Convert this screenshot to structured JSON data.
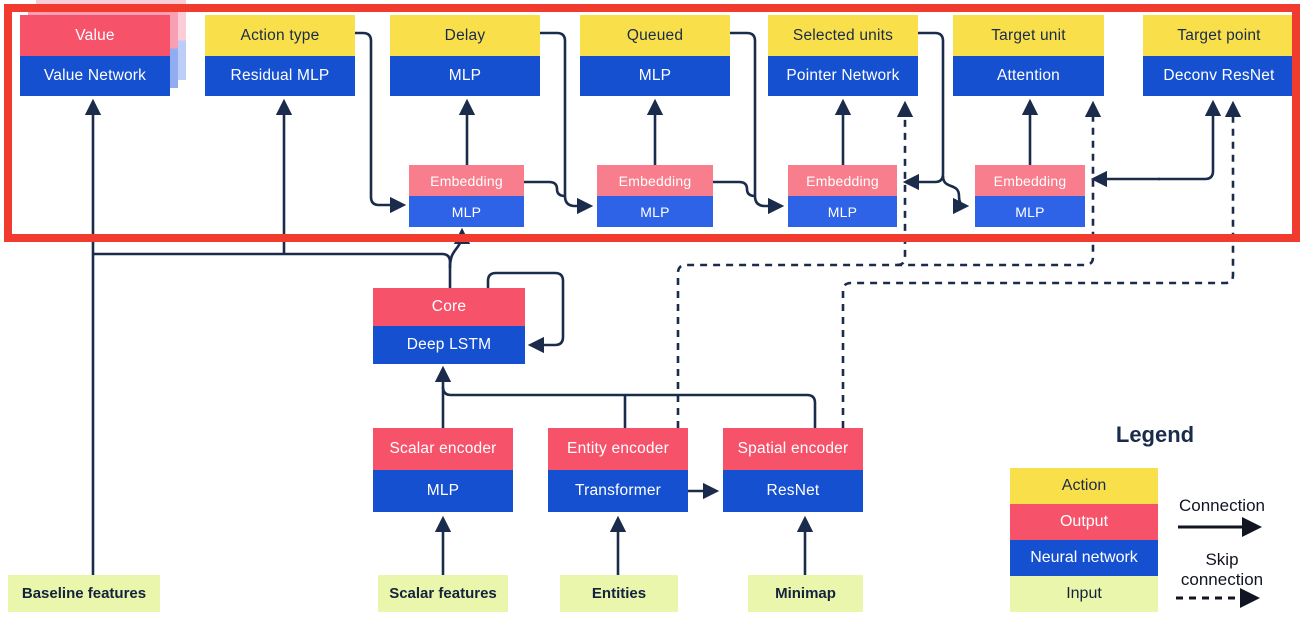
{
  "diagram": {
    "heads": [
      {
        "top": "Value",
        "bottom": "Value Network"
      },
      {
        "top": "Action type",
        "bottom": "Residual MLP"
      },
      {
        "top": "Delay",
        "bottom": "MLP"
      },
      {
        "top": "Queued",
        "bottom": "MLP"
      },
      {
        "top": "Selected units",
        "bottom": "Pointer Network"
      },
      {
        "top": "Target unit",
        "bottom": "Attention"
      },
      {
        "top": "Target point",
        "bottom": "Deconv ResNet"
      }
    ],
    "embeddings": [
      {
        "top": "Embedding",
        "bottom": "MLP"
      },
      {
        "top": "Embedding",
        "bottom": "MLP"
      },
      {
        "top": "Embedding",
        "bottom": "MLP"
      },
      {
        "top": "Embedding",
        "bottom": "MLP"
      }
    ],
    "core": {
      "top": "Core",
      "bottom": "Deep LSTM"
    },
    "encoders": [
      {
        "top": "Scalar encoder",
        "bottom": "MLP"
      },
      {
        "top": "Entity encoder",
        "bottom": "Transformer"
      },
      {
        "top": "Spatial encoder",
        "bottom": "ResNet"
      }
    ],
    "inputs": [
      {
        "label": "Baseline features"
      },
      {
        "label": "Scalar features"
      },
      {
        "label": "Entities"
      },
      {
        "label": "Minimap"
      }
    ]
  },
  "legend": {
    "title": "Legend",
    "items": [
      {
        "label": "Action",
        "color": "#f9e04b"
      },
      {
        "label": "Output",
        "color": "#f6536b"
      },
      {
        "label": "Neural network",
        "color": "#1450d0"
      },
      {
        "label": "Input",
        "color": "#e9f6ab"
      }
    ],
    "connection_label": "Connection",
    "skip_connection_label": "Skip connection"
  },
  "colors": {
    "action_yellow": "#f9e04b",
    "output_pink": "#f6536b",
    "embedding_pink": "#f87d8d",
    "network_blue": "#1450d0",
    "embedding_mlp_blue": "#2e63e8",
    "input_green": "#e9f6ab",
    "connection_line": "#1b2b4b",
    "highlight_red": "#f23b2f"
  }
}
